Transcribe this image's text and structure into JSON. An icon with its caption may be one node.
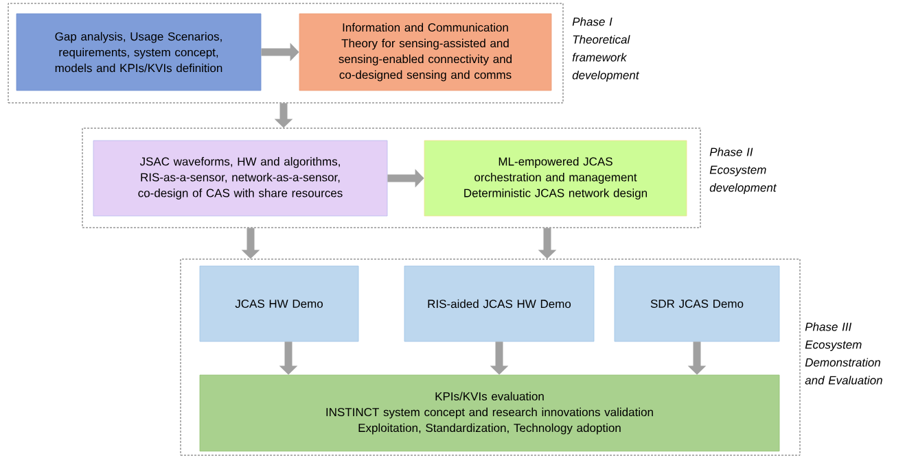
{
  "diagram": {
    "nodes": [
      {
        "text": [],
        "shape": "box",
        "beside": [
          "Phase I Theoretical framework development"
        ]
      },
      {
        "text": [
          "Gap analysis, Usage Scenarios, requirements, system concept, models and KPIs/KVIs definition"
        ],
        "in": 0
      },
      {
        "text": [
          "Information and Communication Theory for sensing-assisted and sensing-enabled connectivity and co-designed sensing and comms"
        ],
        "in": 0
      },
      {
        "text": [],
        "shape": "box",
        "beside": [
          "Phase II Ecosystem development"
        ]
      },
      {
        "text": [
          "JSAC waveforms, HW and algorithms, RIS-as-a-sensor, network-as-a-sensor, co-design of CAS with share resources"
        ],
        "in": 3
      },
      {
        "text": [
          "ML-empowered JCAS orchestration and management",
          "Deterministic JCAS network design"
        ],
        "in": 3
      },
      {
        "text": [],
        "shape": "box",
        "beside": [
          "Phase III Ecosystem Demonstration and Evaluation"
        ]
      },
      {
        "text": [
          "JCAS HW Demo"
        ],
        "in": 6
      },
      {
        "text": [
          "RIS-aided JCAS HW Demo"
        ],
        "in": 6
      },
      {
        "text": [
          "SDR JCAS Demo"
        ],
        "in": 6
      },
      {
        "text": [
          "KPIs/KVIs evaluation",
          "INSTINCT system concept and research innovations validation",
          "Exploitation, Standardization, Technology adoption"
        ],
        "in": 6
      }
    ],
    "edges": [
      {
        "from": 1,
        "to": 2,
        "arrow": "to"
      },
      {
        "from": 0,
        "to": 3,
        "arrow": "to"
      },
      {
        "from": 4,
        "to": 5,
        "arrow": "to"
      },
      {
        "from": 3,
        "to": 6,
        "arrow": "to"
      },
      {
        "from": 3,
        "to": 6,
        "arrow": "to"
      },
      {
        "from": 7,
        "to": 10,
        "arrow": "to"
      },
      {
        "from": 8,
        "to": 10,
        "arrow": "to"
      },
      {
        "from": 9,
        "to": 10,
        "arrow": "to"
      }
    ]
  }
}
